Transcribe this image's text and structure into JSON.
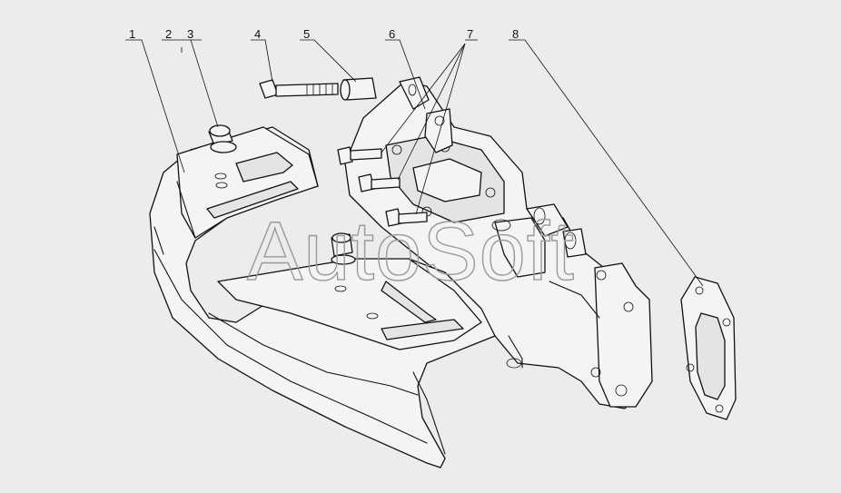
{
  "diagram": {
    "callouts": [
      {
        "id": "c1",
        "label": "1"
      },
      {
        "id": "c2",
        "label": "2"
      },
      {
        "id": "c3",
        "label": "3"
      },
      {
        "id": "c4",
        "label": "4"
      },
      {
        "id": "c5",
        "label": "5"
      },
      {
        "id": "c6",
        "label": "6"
      },
      {
        "id": "c7",
        "label": "7"
      },
      {
        "id": "c8",
        "label": "8"
      }
    ],
    "watermark": "AutoSoft"
  },
  "colors": {
    "background": "#ececec",
    "line": "#111111",
    "watermark_outline": "#9a9a9a"
  }
}
